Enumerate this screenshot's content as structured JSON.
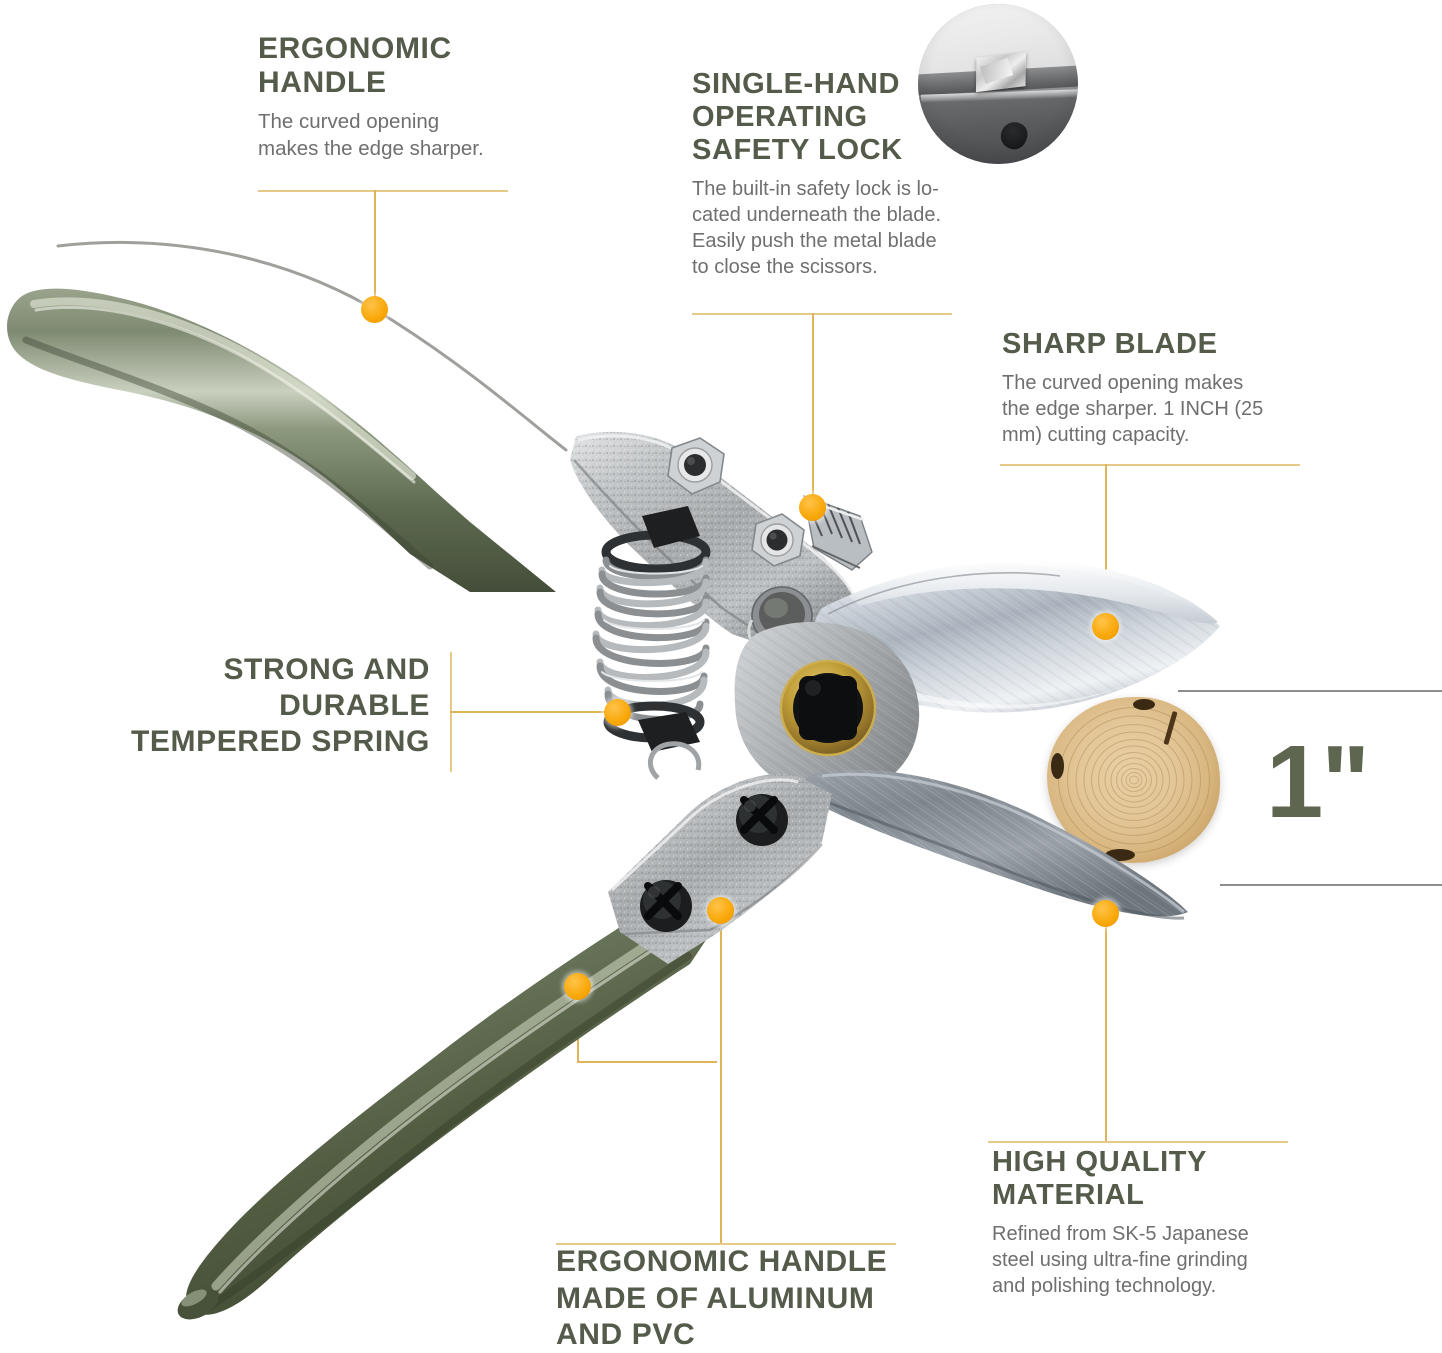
{
  "page": {
    "kind": "product-feature-infographic",
    "subject": "Bypass pruning shears / garden pruner",
    "background_color": "#ffffff"
  },
  "theme": {
    "title_color": "#545b4a",
    "body_color": "#6f6f6f",
    "leader_color": "#e0b45a",
    "dot_color": "#f8a80c",
    "measure_line_color": "#8d8d8d",
    "handle_green": "#5d6a50",
    "metal_gray": "#b4b7b9",
    "brass_gold": "#b59431"
  },
  "callouts": [
    {
      "id": "ergonomic-handle-top",
      "title": "ERGONOMIC\nHANDLE",
      "body": "The curved opening\nmakes the edge sharper.",
      "align": "left"
    },
    {
      "id": "safety-lock",
      "title": "SINGLE-HAND\nOPERATING\nSAFETY LOCK",
      "body": "The built-in safety lock is lo-\ncated underneath the blade.\nEasily push the metal blade\nto close the scissors.",
      "align": "left"
    },
    {
      "id": "sharp-blade",
      "title": "SHARP BLADE",
      "body": "The curved opening makes\nthe edge sharper. 1 INCH (25\nmm) cutting capacity.",
      "align": "left"
    },
    {
      "id": "tempered-spring",
      "title": "STRONG AND\nDURABLE\nTEMPERED SPRING",
      "body": "",
      "align": "right"
    },
    {
      "id": "aluminum-pvc-handle",
      "title": "ERGONOMIC HANDLE\nMADE OF ALUMINUM\nAND PVC",
      "body": "",
      "align": "left"
    },
    {
      "id": "high-quality-material",
      "title": "HIGH QUALITY\nMATERIAL",
      "body": "Refined from SK-5 Japanese\nsteel using ultra-fine grinding\nand polishing technology.",
      "align": "left"
    }
  ],
  "measurement": {
    "label": "1\"",
    "description": "cutting capacity shown against a 1 inch wood log cross-section",
    "line_color": "#8d8d8d"
  },
  "inset_photo": {
    "id": "safety-lock-closeup",
    "description": "Grayscale close-up photo of the built-in safety lock located underneath the blade",
    "shape": "circle",
    "monochrome": true
  },
  "icons": {
    "callout_dot": "orange-dot-marker",
    "leader": "leader-line"
  }
}
